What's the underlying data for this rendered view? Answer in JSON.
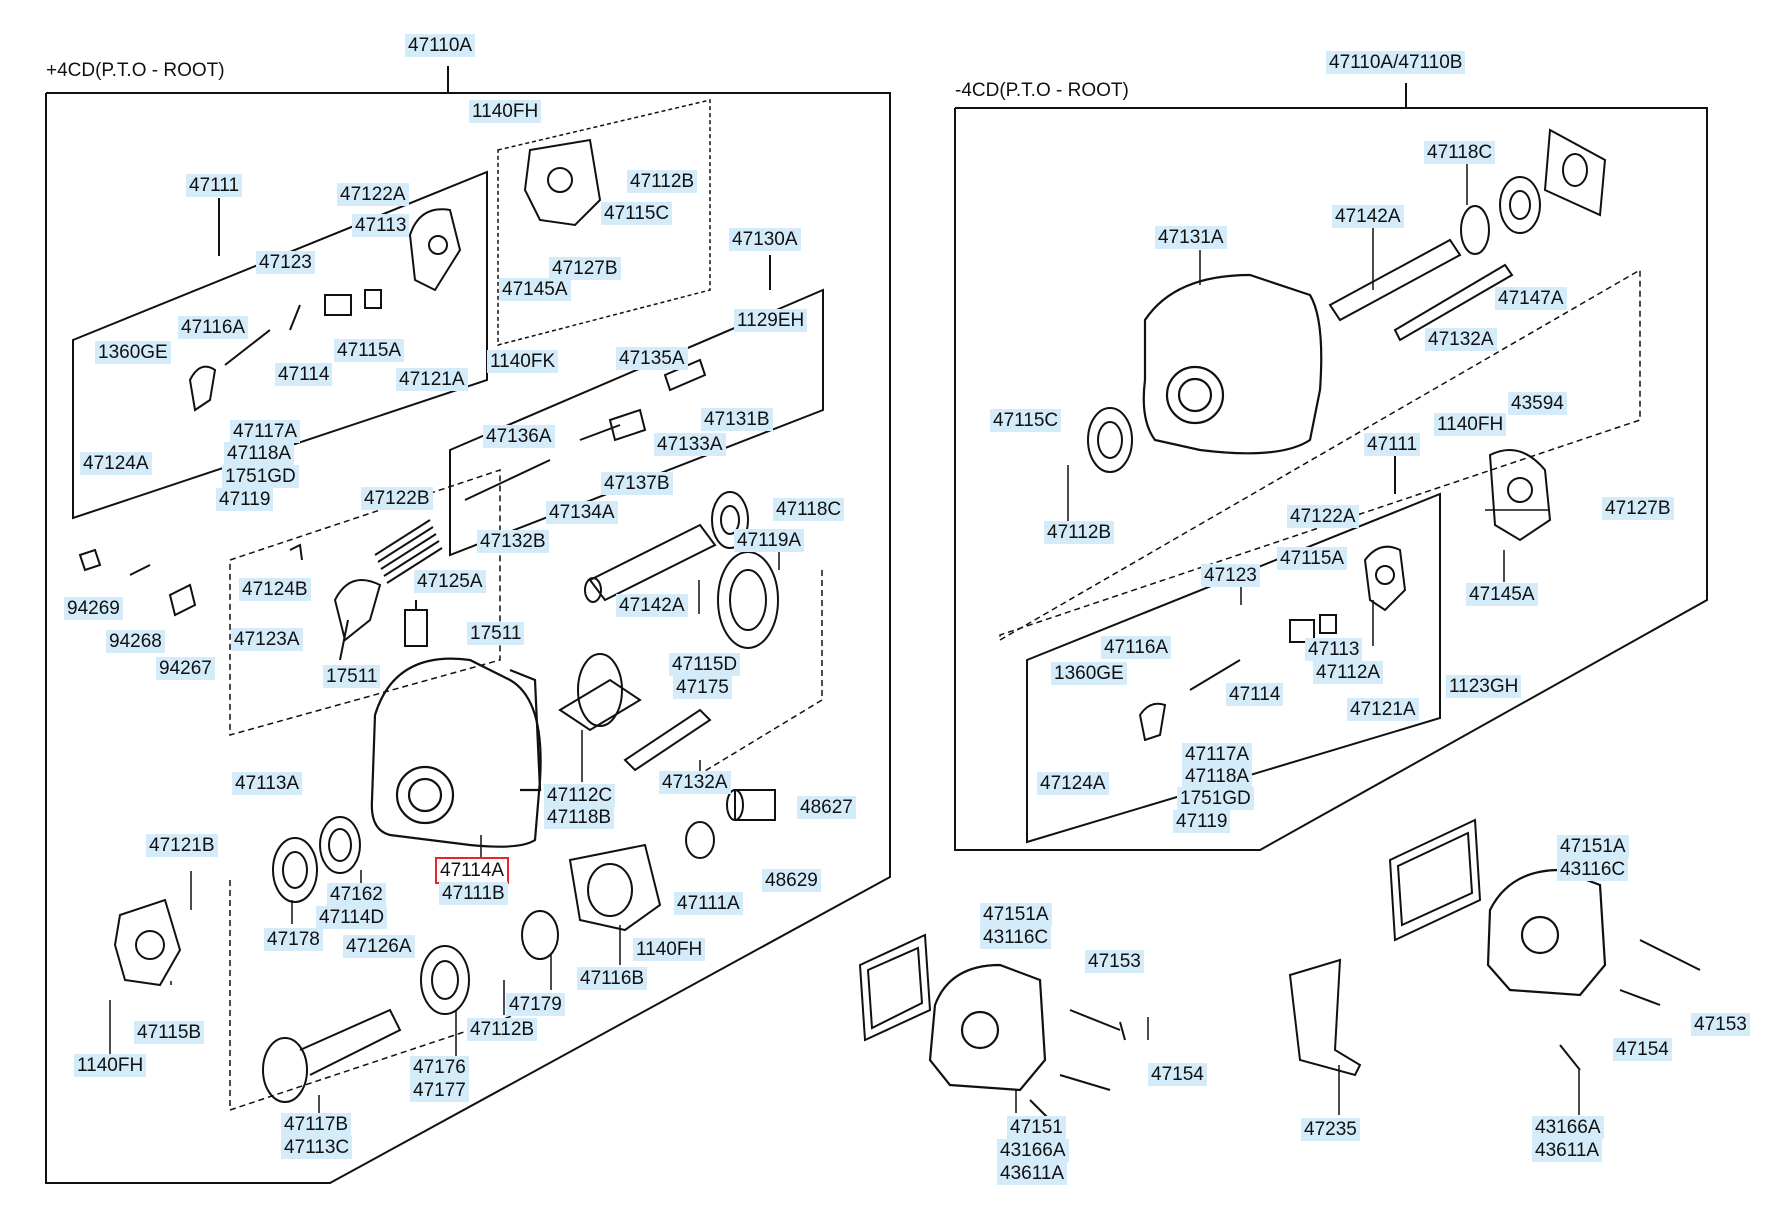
{
  "diagram": {
    "highlight_color": "#e8242a",
    "label_bg": "#d4ebf9",
    "groups": [
      {
        "title": "+4CD(P.T.O - ROOT)",
        "assembly": "47110A"
      },
      {
        "title": "-4CD(P.T.O - ROOT)",
        "assembly": "47110A/47110B"
      }
    ],
    "left": [
      "47111",
      "47122A",
      "47113",
      "47123",
      "47116A",
      "1360GE",
      "47114",
      "47115A",
      "47121A",
      "47124A",
      "47117A",
      "47118A",
      "1751GD",
      "47119",
      "1140FH",
      "47112B",
      "47115C",
      "47127B",
      "47145A",
      "1140FK",
      "47130A",
      "1129EH",
      "47135A",
      "47131B",
      "47136A",
      "47133A",
      "47137B",
      "47134A",
      "47132B",
      "47122B",
      "47124B",
      "47125A",
      "47123A",
      "17511",
      "17511",
      "94269",
      "94268",
      "94267",
      "47118C",
      "47119A",
      "47142A",
      "47115D",
      "47175",
      "47132A",
      "47112C",
      "47118B",
      "47113A",
      "47121B",
      "47162",
      "47114D",
      "47178",
      "47114A",
      "47111B",
      "48627",
      "48629",
      "47111A",
      "1140FH",
      "47126A",
      "47116B",
      "47179",
      "47112B",
      "47176",
      "47177",
      "47117B",
      "47113C",
      "47115B",
      "1140FH"
    ],
    "right": [
      "47118C",
      "47142A",
      "47131A",
      "47147A",
      "47132A",
      "47115C",
      "47112B",
      "1140FH",
      "43594",
      "47111",
      "47127B",
      "47145A",
      "47122A",
      "47123",
      "47115A",
      "47116A",
      "47113",
      "47112A",
      "1360GE",
      "47114",
      "47121A",
      "1123GH",
      "47117A",
      "47118A",
      "47124A",
      "1751GD",
      "47119"
    ],
    "bottom": [
      "47151A",
      "43116C",
      "47153",
      "47154",
      "47151",
      "43166A",
      "43611A",
      "47151A",
      "43116C",
      "47153",
      "47154",
      "43166A",
      "43611A",
      "47235"
    ]
  }
}
